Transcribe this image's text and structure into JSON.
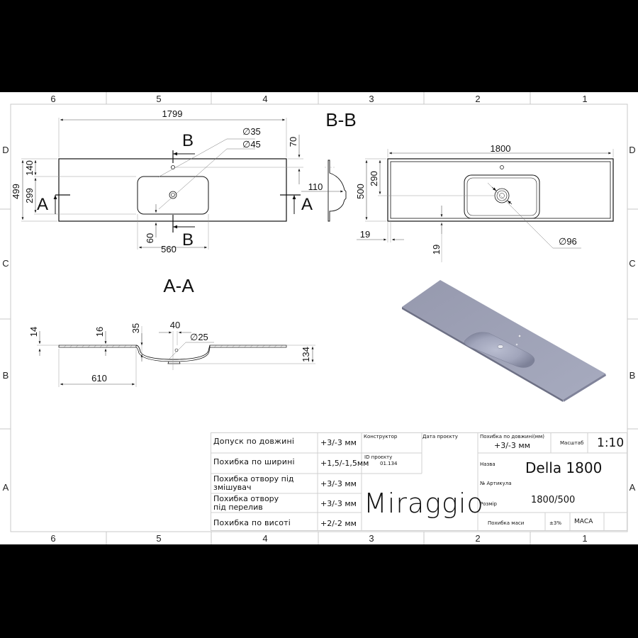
{
  "sheet": {
    "columns": [
      "6",
      "5",
      "4",
      "3",
      "2",
      "1"
    ],
    "rows": [
      "D",
      "C",
      "B",
      "A"
    ]
  },
  "plan_view": {
    "overall_length": "1799",
    "overall_width": "499",
    "dim_140": "140",
    "dim_299": "299",
    "dim_70": "70",
    "dim_60": "60",
    "dim_560": "560",
    "dim_110": "110",
    "hole_mixer": "∅35",
    "hole_drain": "∅45",
    "section_marker_b": "B",
    "section_marker_a": "A"
  },
  "section_bb": {
    "title": "B-B",
    "overall_length": "1800",
    "overall_width": "500",
    "dim_290": "290",
    "dim_19_side": "19",
    "dim_19_bottom": "19",
    "drain_diameter": "∅96"
  },
  "section_aa": {
    "title": "A-A",
    "dim_14": "14",
    "dim_16": "16",
    "dim_35": "35",
    "dim_40": "40",
    "dim_25": "∅25",
    "dim_134": "134",
    "dim_610": "610"
  },
  "title_block": {
    "tolerances": [
      {
        "label": "Допуск по довжині",
        "value": "+3/-3 мм"
      },
      {
        "label": "Похибка по ширині",
        "value": "+1,5/-1,5мм"
      },
      {
        "label": "Похибка отвору під змішувач",
        "value": "+3/-3 мм"
      },
      {
        "label": "Похибка отвору під перелив",
        "value": "+3/-3 мм"
      },
      {
        "label": "Похибка по висоті",
        "value": "+2/-2 мм"
      }
    ],
    "designer_label": "Конструктор",
    "project_date_label": "Дата проєкту",
    "project_id_label": "ID проєкту",
    "project_id_value": "01.134",
    "brand": "Miraggio",
    "length_error_label": "Похибка по довжині(мм)",
    "length_error_value": "+3/-3 мм",
    "scale_label": "Масштаб",
    "scale_value": "1:10",
    "name_label": "Назва",
    "name_value": "Della 1800",
    "article_label": "№ Артикула",
    "size_label": "Розмір",
    "size_value": "1800/500",
    "mass_error_label": "Похибка маси",
    "mass_error_value": "±3%",
    "mass_label": "МАСА",
    "mass_value": ""
  },
  "render": {
    "description": "3D isometric render of countertop washbasin",
    "surface_color": "#9ea3b8"
  }
}
